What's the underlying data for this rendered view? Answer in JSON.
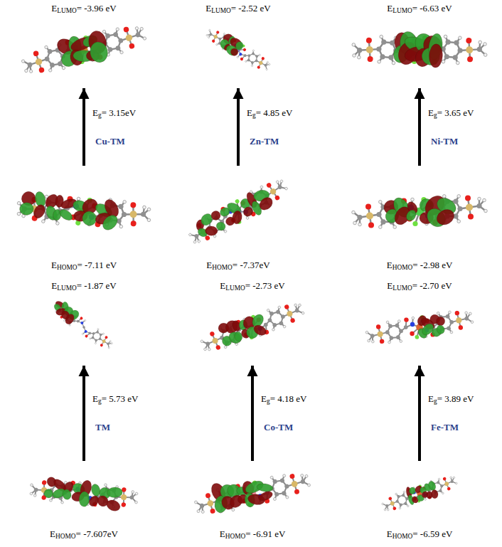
{
  "diagram": {
    "nodes": [
      {
        "text": [
          "ELUMO= -3.96 eV"
        ]
      },
      {
        "text": [
          "ELUMO= -2.52 eV"
        ]
      },
      {
        "text": [
          "ELUMO= -6.63 eV"
        ]
      },
      {
        "text": [
          "EHOMO= -7.11 eV"
        ]
      },
      {
        "text": [
          "EHOMO= -7.37eV"
        ]
      },
      {
        "text": [
          "EHOMO= -2.98 eV"
        ]
      },
      {
        "text": [
          "ELUMO= -1.87 eV"
        ]
      },
      {
        "text": [
          "ELUMO= -2.73 eV"
        ]
      },
      {
        "text": [
          "ELUMO= -2.70 eV"
        ]
      },
      {
        "text": [
          "EHOMO= -7.607eV"
        ]
      },
      {
        "text": [
          "EHOMO= -6.91 eV"
        ]
      },
      {
        "text": [
          "EHOMO= -6.59 eV"
        ]
      }
    ],
    "edges": [
      {
        "from": 3,
        "to": 0,
        "arrow": "to",
        "label": "Eg= 3.15eV"
      },
      {
        "from": 4,
        "to": 1,
        "arrow": "to",
        "label": "Eg= 4.85 eV"
      },
      {
        "from": 5,
        "to": 2,
        "arrow": "to",
        "label": "Eg= 3.65 eV"
      },
      {
        "from": 9,
        "to": 6,
        "arrow": "to",
        "label": "Eg= 5.73 eV"
      },
      {
        "from": 10,
        "to": 7,
        "arrow": "to",
        "label": "Eg= 4.18 eV"
      },
      {
        "from": 11,
        "to": 8,
        "arrow": "to",
        "label": "Eg= 3.89 eV"
      }
    ],
    "labels": [
      "Cu-TM",
      "Zn-TM",
      "Ni-TM",
      "TM",
      "Co-TM",
      "Fe-TM"
    ]
  }
}
